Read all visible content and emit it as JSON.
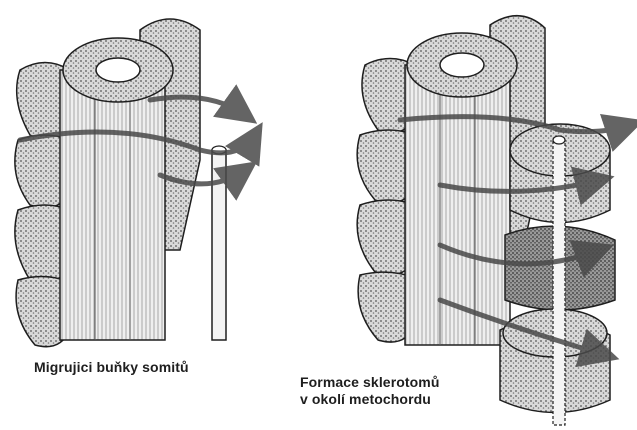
{
  "captions": {
    "left": "Migrujici buňky somitů",
    "right_line1": "Formace sklerotomů",
    "right_line2": "v okolí metochordu"
  },
  "colors": {
    "ink": "#1e1e1e",
    "stipple": "#6a6a6a",
    "arrow": "#5a5a5a",
    "background": "#ffffff"
  }
}
